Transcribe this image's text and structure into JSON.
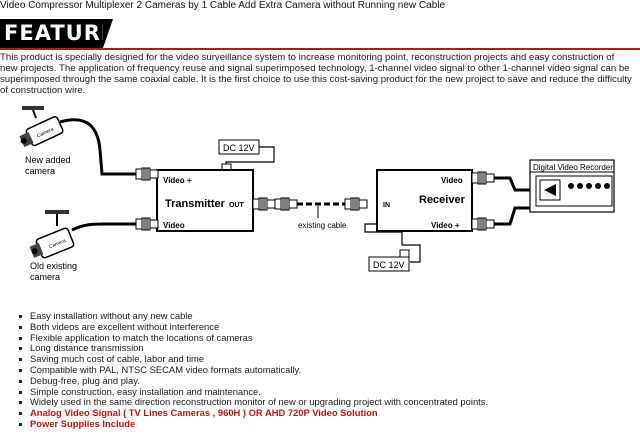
{
  "page": {
    "title": "Video Compressor  Multiplexer 2 Cameras by 1 Cable Add Extra Camera without Running new Cable"
  },
  "features": {
    "heading": "FEATURES",
    "intro": "This product is specially designed for the video surveillance system to increase monitoring point, reconstruction projects and easy construction of new projects. The application of frequency reuse and signal superimposed technology, 1-channel video signal to other 1-channel video signal can be superimposed through the same coaxial cable. It is the first choice to use this cost-saving product for the new project to save and reduce the difficulty of construction wire."
  },
  "diagram": {
    "new_camera_label": [
      "New added",
      "camera"
    ],
    "old_camera_label": [
      "Old existing",
      "camera"
    ],
    "camera_body_text": "Camera",
    "power_top": "DC 12V",
    "power_bottom": "DC 12V",
    "transmitter": {
      "name": "Transmitter",
      "port_video_plus": "Video +",
      "port_video": "Video",
      "port_out": "OUT"
    },
    "receiver": {
      "name": "Receiver",
      "port_in": "IN",
      "port_video": "Video",
      "port_video_plus": "Video +"
    },
    "cable_label": "existing cable",
    "dvr_label": "Digital Video Recorder"
  },
  "feature_list": [
    "Easy installation without any new cable",
    "Both videos are excellent without interference",
    "Flexible application to match the locations of cameras",
    "Long distance transmission",
    "Saving much cost of cable, labor and time",
    "Compatible with PAL, NTSC SECAM video formats automatically.",
    "Debug-free, plug and play.",
    "Simple construction, easy installation and maintenance.",
    "Widely used in the same direction reconstruction monitor of new or upgrading project with concentrated points."
  ],
  "highlights": [
    "Analog Video Signal ( TV Lines Cameras , 960H ) OR AHD 720P Video Solution",
    "Power Supplies Include"
  ],
  "colors": {
    "accent_red": "#cc1111",
    "banner_line": "#b01919",
    "banner_bg": "#000000"
  }
}
